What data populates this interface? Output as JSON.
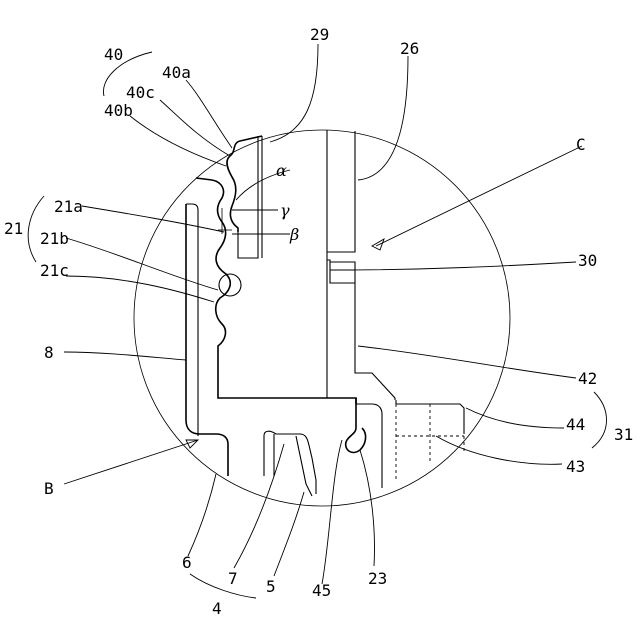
{
  "labels": {
    "l40": "40",
    "l40a": "40a",
    "l40c": "40c",
    "l40b": "40b",
    "l29": "29",
    "l26": "26",
    "lC": "C",
    "l21": "21",
    "l21a": "21a",
    "l21b": "21b",
    "l21c": "21c",
    "l8": "8",
    "l30": "30",
    "l42": "42",
    "l44": "44",
    "l31": "31",
    "l43": "43",
    "lB": "B",
    "l6": "6",
    "l7": "7",
    "l5": "5",
    "l45": "45",
    "l23": "23",
    "l4": "4",
    "alpha": "α",
    "gamma": "γ",
    "beta": "β"
  }
}
